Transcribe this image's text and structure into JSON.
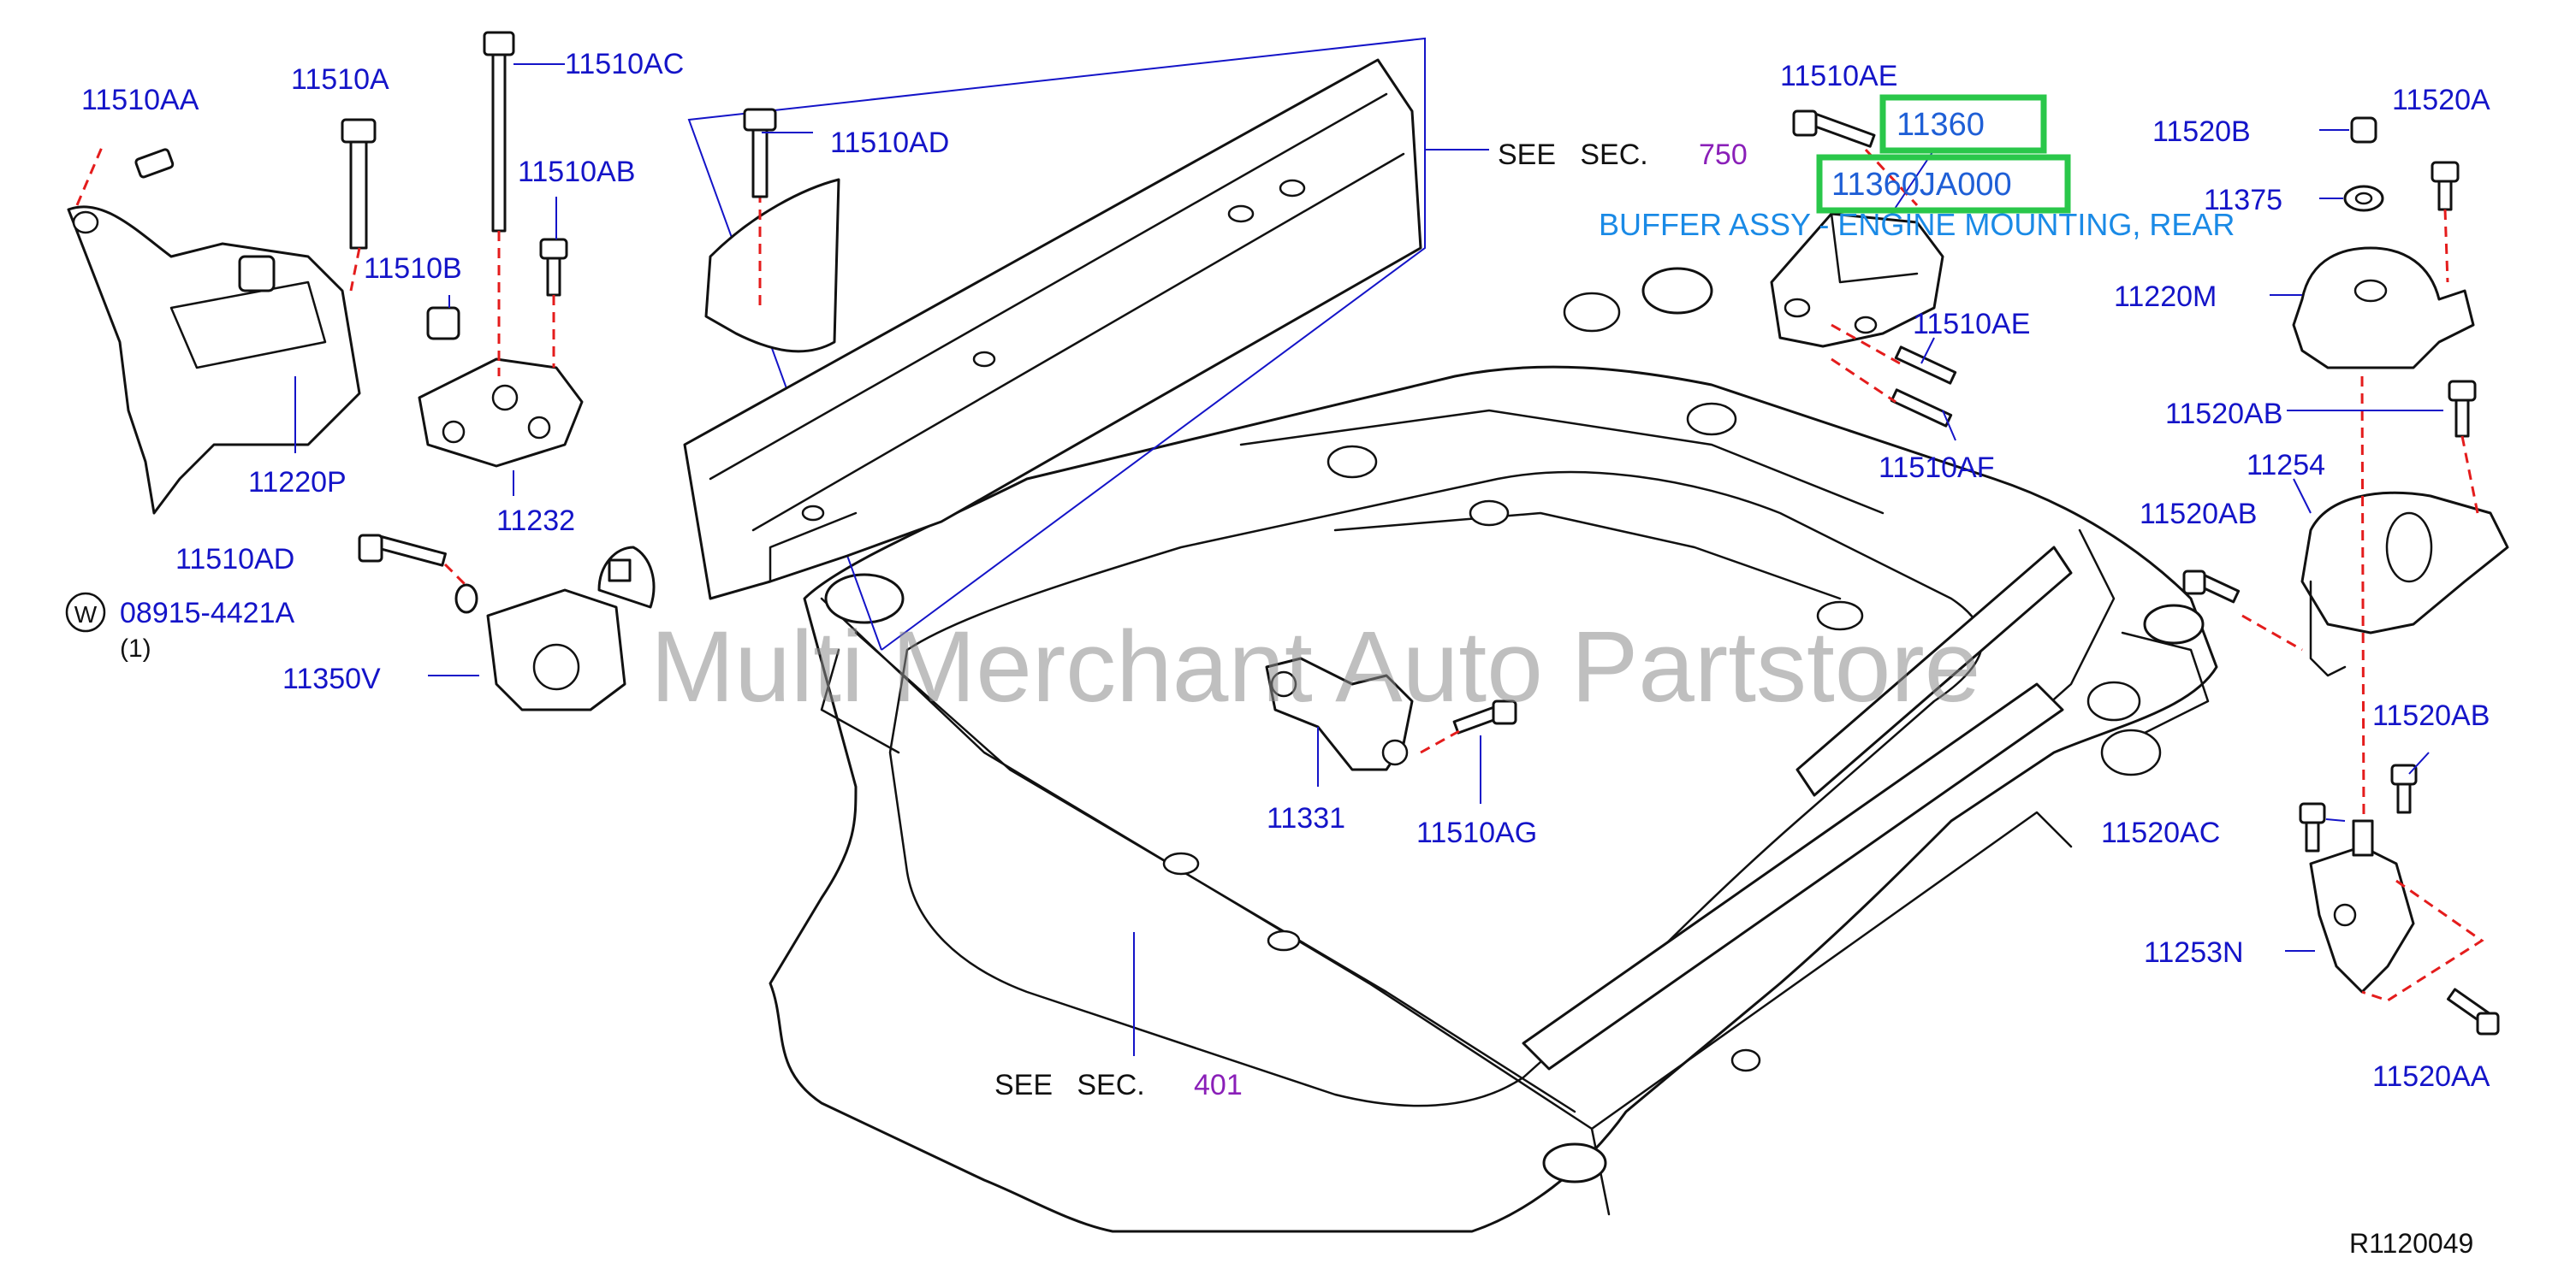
{
  "labels": {
    "p11510AA_left": "11510AA",
    "p11510A": "11510A",
    "p11510AC": "11510AC",
    "p11510AB": "11510AB",
    "p11510B": "11510B",
    "p11220P": "11220P",
    "p11232": "11232",
    "p11510AD_left": "11510AD",
    "w_symbol": "W",
    "p08915": "08915-4421A",
    "qty": "(1)",
    "p11350V": "11350V",
    "p11510AD_mid": "11510AD",
    "see_750_text": "SEE   SEC.",
    "see_750_num": "750",
    "p11510AE_top": "11510AE",
    "p11360": "11360",
    "p11360JA000": "11360JA000",
    "buffer_desc": "BUFFER ASSY - ENGINE MOUNTING, REAR",
    "p11510AE_mid": "11510AE",
    "p11510AF": "11510AF",
    "p11520B": "11520B",
    "p11520A": "11520A",
    "p11375": "11375",
    "p11220M": "11220M",
    "p11520AB_1": "11520AB",
    "p11254": "11254",
    "p11520AB_2": "11520AB",
    "p11520AB_3": "11520AB",
    "p11520AC": "11520AC",
    "p11253N": "11253N",
    "p11520AA_right": "11520AA",
    "p11331": "11331",
    "p11510AG": "11510AG",
    "see_401_text": "SEE   SEC.",
    "see_401_num": "401",
    "ref_code": "R1120049",
    "watermark": "Multi Merchant Auto Partstore"
  },
  "colors": {
    "part_number": "#1414c8",
    "section_number": "#8a1fb8",
    "highlight_box": "#2ac74a",
    "description": "#1a8ae6",
    "dashed_line": "#e41c1c",
    "watermark": "#8c8c8c"
  }
}
